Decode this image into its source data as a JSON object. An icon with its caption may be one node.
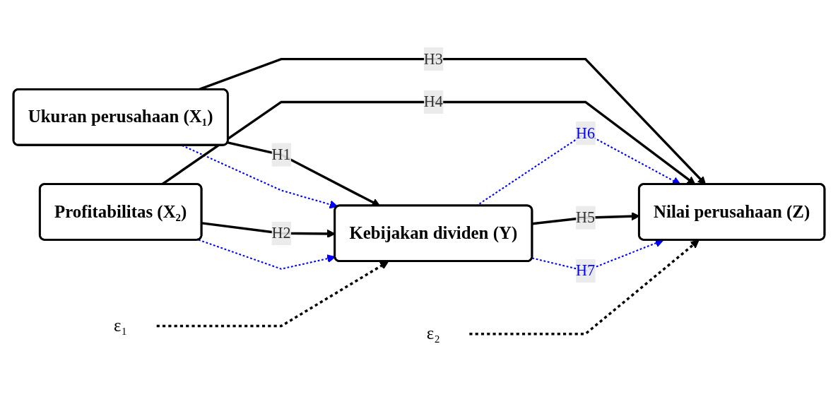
{
  "diagram": {
    "nodes": [
      {
        "text": [
          "Ukuran perusahaan (X₁)"
        ]
      },
      {
        "text": [
          "Profitabilitas (X₂)"
        ]
      },
      {
        "text": [
          "Kebijakan dividen (Y)"
        ]
      },
      {
        "text": [
          "Nilai perusahaan (Z)"
        ]
      },
      {
        "text": [
          "ε₁"
        ]
      },
      {
        "text": [
          "ε₂"
        ]
      }
    ],
    "edges": [
      {
        "from": 0,
        "to": 2,
        "arrow": "to",
        "label": "H1"
      },
      {
        "from": 0,
        "to": 2,
        "arrow": "to",
        "style": "dashed",
        "color": "#0000ff"
      },
      {
        "from": 0,
        "to": 3,
        "arrow": "to",
        "label": "H3"
      },
      {
        "from": 1,
        "to": 2,
        "arrow": "to",
        "label": "H2"
      },
      {
        "from": 1,
        "to": 2,
        "arrow": "to",
        "style": "dashed",
        "color": "#0000ff"
      },
      {
        "from": 1,
        "to": 3,
        "arrow": "to",
        "label": "H4"
      },
      {
        "from": 2,
        "to": 3,
        "arrow": "to",
        "label": "H6",
        "style": "dashed",
        "color": "#0000ff"
      },
      {
        "from": 2,
        "to": 3,
        "arrow": "to",
        "label": "H5"
      },
      {
        "from": 2,
        "to": 3,
        "arrow": "to",
        "label": "H7",
        "style": "dashed",
        "color": "#0000ff"
      },
      {
        "from": 4,
        "to": 2,
        "arrow": "to",
        "style": "dashed"
      },
      {
        "from": 5,
        "to": 3,
        "arrow": "to",
        "style": "dashed"
      }
    ]
  }
}
